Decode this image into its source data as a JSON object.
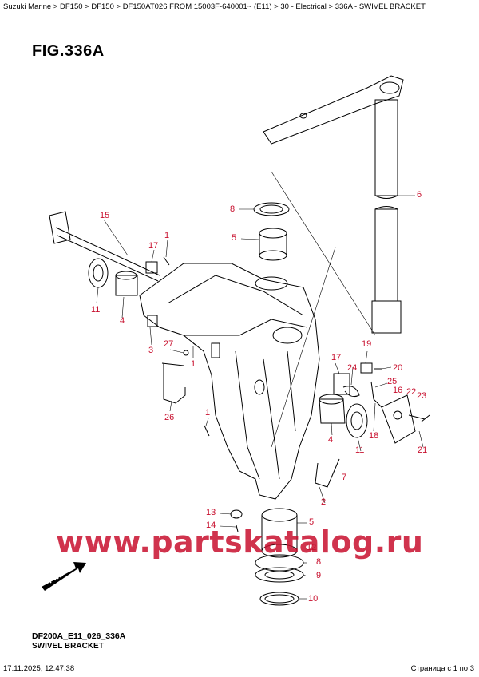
{
  "breadcrumb": "Suzuki Marine > DF150 > DF150 > DF150AT026 FROM 15003F-640001~ (E11) > 30 - Electrical > 336A - SWIVEL BRACKET",
  "figure_title": "FIG.336A",
  "diagram_code": "DF200A_E11_026_336A",
  "diagram_name": "SWIVEL BRACKET",
  "watermark": "www.partskatalog.ru",
  "fwd_label": "FWD",
  "footer": {
    "timestamp": "17.11.2025, 12:47:38",
    "page": "Страница с 1 по 3"
  },
  "callouts": {
    "c15": "15",
    "c17a": "17",
    "c1a": "1",
    "c11a": "11",
    "c4a": "4",
    "c3": "3",
    "c27": "27",
    "c1b": "1",
    "c26": "26",
    "c1c": "1",
    "c8a": "8",
    "c5a": "5",
    "c6": "6",
    "c19": "19",
    "c20": "20",
    "c17b": "17",
    "c24": "24",
    "c25": "25",
    "c16": "16",
    "c22": "22",
    "c23": "23",
    "c18": "18",
    "c4b": "4",
    "c11b": "11",
    "c21": "21",
    "c7": "7",
    "c2": "2",
    "c13": "13",
    "c14": "14",
    "c5b": "5",
    "c12": "12",
    "c8b": "8",
    "c9": "9",
    "c10": "10"
  },
  "colors": {
    "callout": "#c8102e",
    "line": "#000000"
  }
}
